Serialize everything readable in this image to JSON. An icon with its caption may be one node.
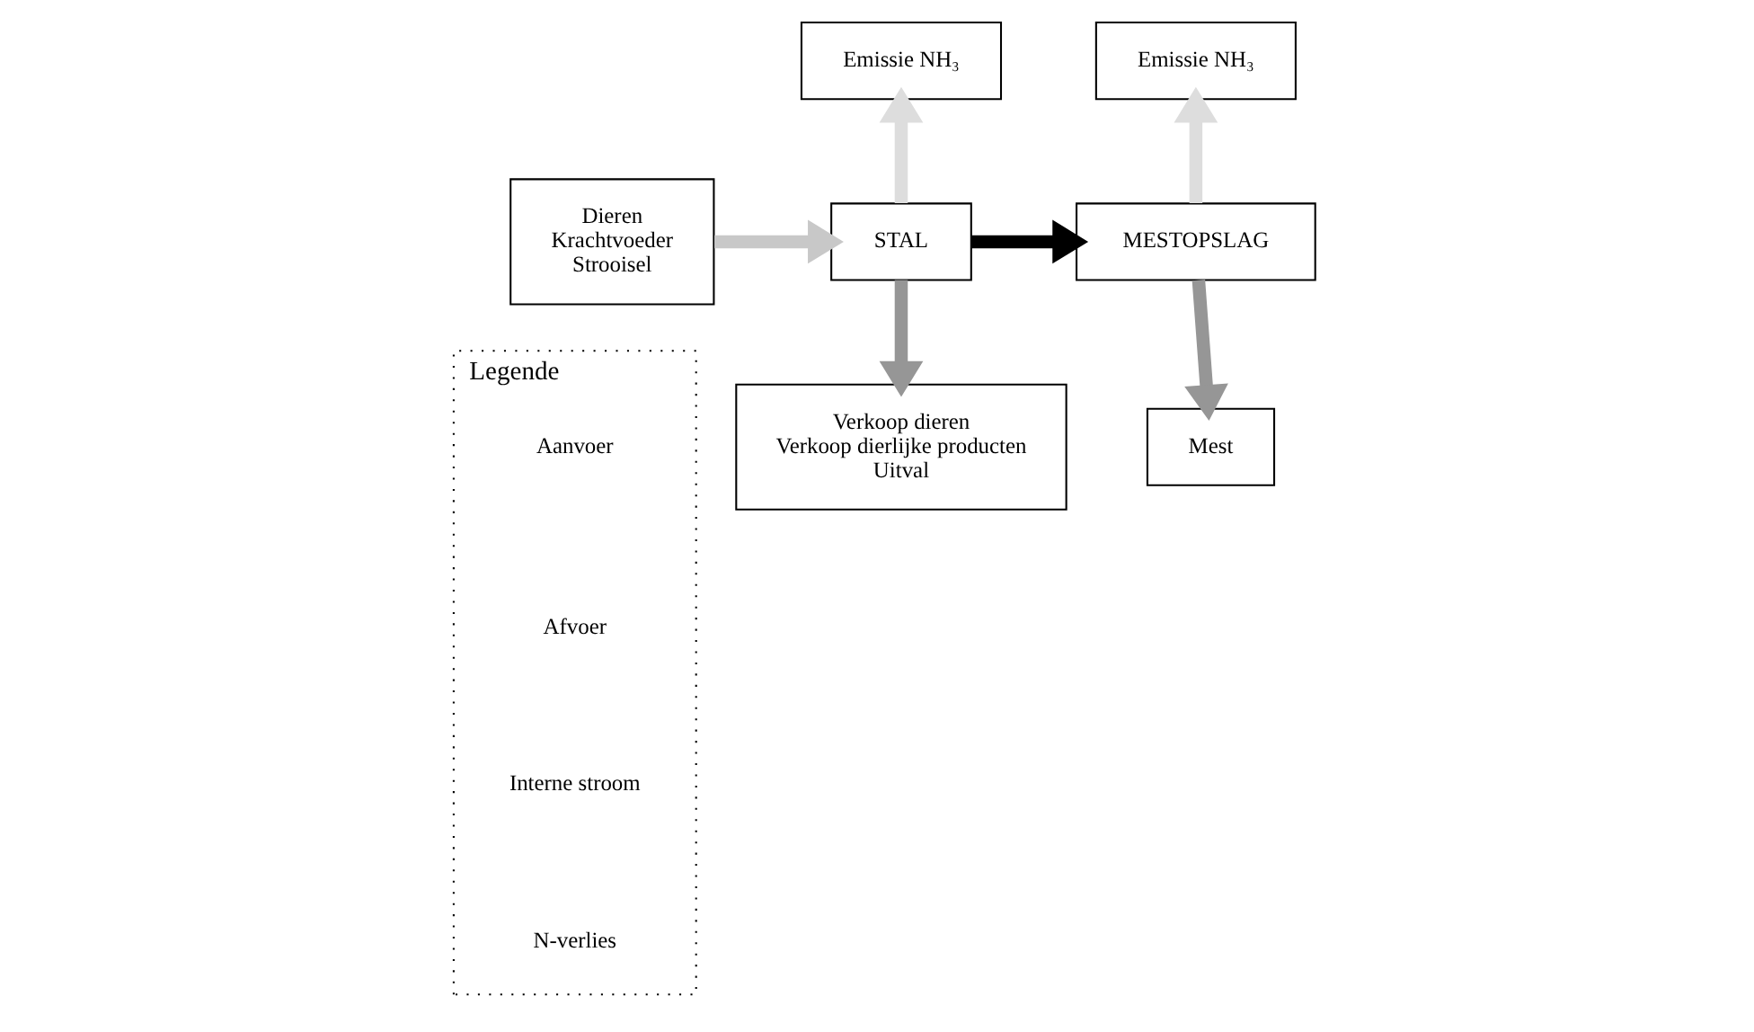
{
  "diagram": {
    "nodes": [
      {
        "text": [
          "Emissie NH₃"
        ]
      },
      {
        "text": [
          "Emissie NH₃"
        ]
      },
      {
        "text": [
          "Dieren",
          "Krachtvoeder",
          "Strooisel"
        ]
      },
      {
        "text": [
          "STAL"
        ]
      },
      {
        "text": [
          "MESTOPSLAG"
        ]
      },
      {
        "text": [
          "Verkoop dieren",
          "Verkoop dierlijke producten",
          "Uitval"
        ]
      },
      {
        "text": [
          "Mest"
        ]
      },
      {
        "text": [
          "Legende"
        ]
      }
    ],
    "edges": [
      {
        "from": 2,
        "to": 3,
        "arrow": "to",
        "color": "#c8c8c8"
      },
      {
        "from": 3,
        "to": 0,
        "arrow": "to",
        "color": "#dddddd"
      },
      {
        "from": 3,
        "to": 4,
        "arrow": "to",
        "color": "#000000"
      },
      {
        "from": 4,
        "to": 1,
        "arrow": "to",
        "color": "#dddddd"
      },
      {
        "from": 3,
        "to": 5,
        "arrow": "to",
        "color": "#969696"
      },
      {
        "from": 4,
        "to": 6,
        "arrow": "to",
        "color": "#969696"
      }
    ],
    "legend": [
      {
        "text": "Aanvoer"
      },
      {
        "text": "Afvoer"
      },
      {
        "text": "Interne stroom"
      },
      {
        "text": "N-verlies"
      }
    ]
  }
}
